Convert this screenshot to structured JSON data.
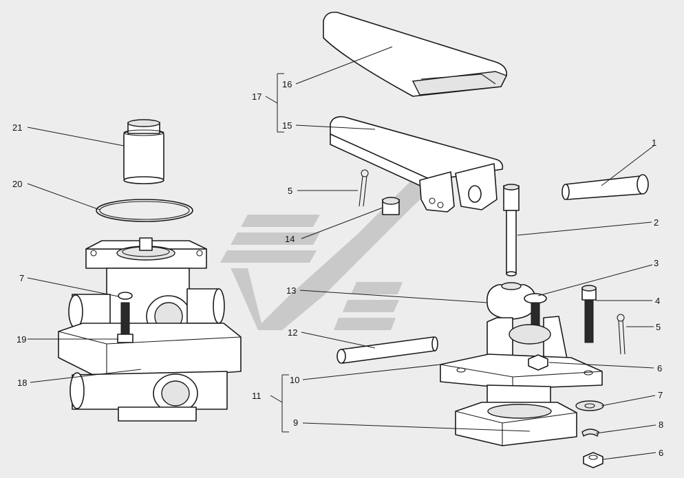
{
  "diagram": {
    "callouts": [
      {
        "id": "c1",
        "label": "1"
      },
      {
        "id": "c2",
        "label": "2"
      },
      {
        "id": "c3",
        "label": "3"
      },
      {
        "id": "c4",
        "label": "4"
      },
      {
        "id": "c5a",
        "label": "5"
      },
      {
        "id": "c5b",
        "label": "5"
      },
      {
        "id": "c6a",
        "label": "6"
      },
      {
        "id": "c6b",
        "label": "6"
      },
      {
        "id": "c7a",
        "label": "7"
      },
      {
        "id": "c7b",
        "label": "7"
      },
      {
        "id": "c8",
        "label": "8"
      },
      {
        "id": "c9",
        "label": "9"
      },
      {
        "id": "c10",
        "label": "10"
      },
      {
        "id": "c11",
        "label": "11"
      },
      {
        "id": "c12",
        "label": "12"
      },
      {
        "id": "c13",
        "label": "13"
      },
      {
        "id": "c14",
        "label": "14"
      },
      {
        "id": "c15",
        "label": "15"
      },
      {
        "id": "c16",
        "label": "16"
      },
      {
        "id": "c17",
        "label": "17"
      },
      {
        "id": "c18",
        "label": "18"
      },
      {
        "id": "c19",
        "label": "19"
      },
      {
        "id": "c20",
        "label": "20"
      },
      {
        "id": "c21",
        "label": "21"
      }
    ],
    "colors": {
      "background": "#ededed",
      "line": "#1a1a1a",
      "watermark": "#c9c9c9"
    }
  }
}
